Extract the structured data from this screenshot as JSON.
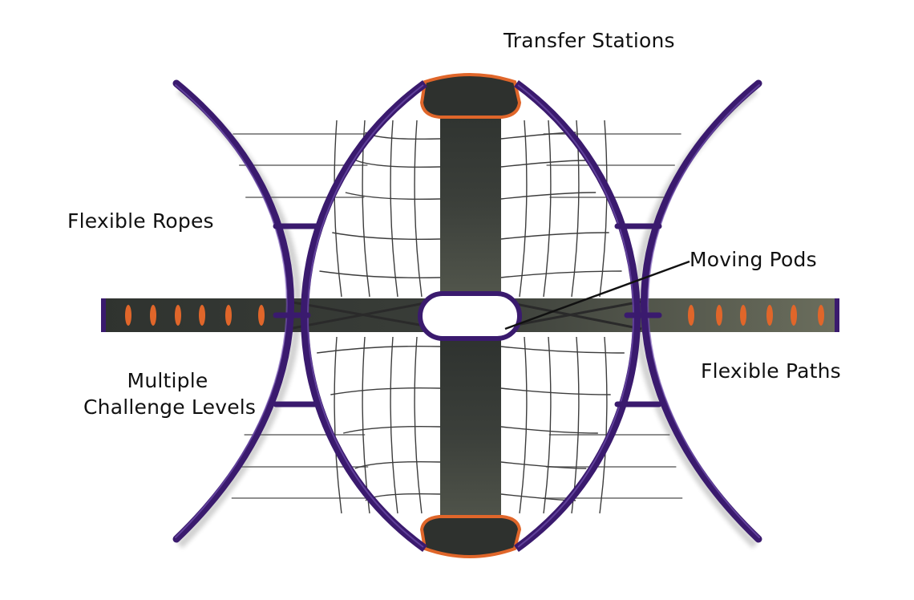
{
  "labels": {
    "transfer_stations": "Transfer Stations",
    "flexible_ropes": "Flexible Ropes",
    "moving_pods": "Moving Pods",
    "multiple_challenge_levels_line1": "Multiple",
    "multiple_challenge_levels_line2": "Challenge Levels",
    "flexible_paths": "Flexible Paths"
  },
  "colors": {
    "frame_purple": "#3a1a6e",
    "frame_highlight": "#6a4aa8",
    "accent_orange": "#e0662a",
    "belt_dark": "#3b3f3a",
    "belt_light": "#565a4e",
    "rope": "#555555"
  }
}
